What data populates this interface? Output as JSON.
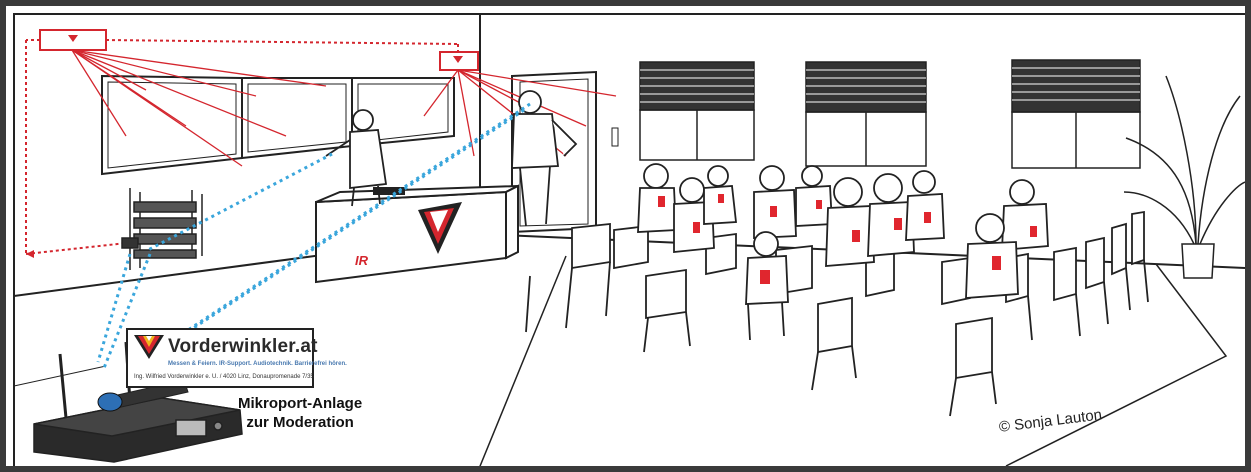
{
  "brand": {
    "name": "Vorderwinkler.at",
    "tagline": "Messen & Feiern. IR-Support. Audiotechnik. Barrierefrei hören.",
    "address": "Ing. Wilfried Vorderwinkler e. U. / 4020 Linz, Donaupromenade 7/35"
  },
  "caption": {
    "line1": "Mikroport-Anlage",
    "line2": "zur Moderation"
  },
  "ir_label": "IR",
  "copyright": "© Sonja Lauton",
  "colors": {
    "ir_ray": "#d4262e",
    "transmission": "#3aa6dc",
    "badge": "#e0262e",
    "line_art": "#222222"
  },
  "icons": [
    "ir-radiator-icon",
    "wireless-receiver-icon",
    "handheld-microphone-icon",
    "brand-logo-icon"
  ]
}
